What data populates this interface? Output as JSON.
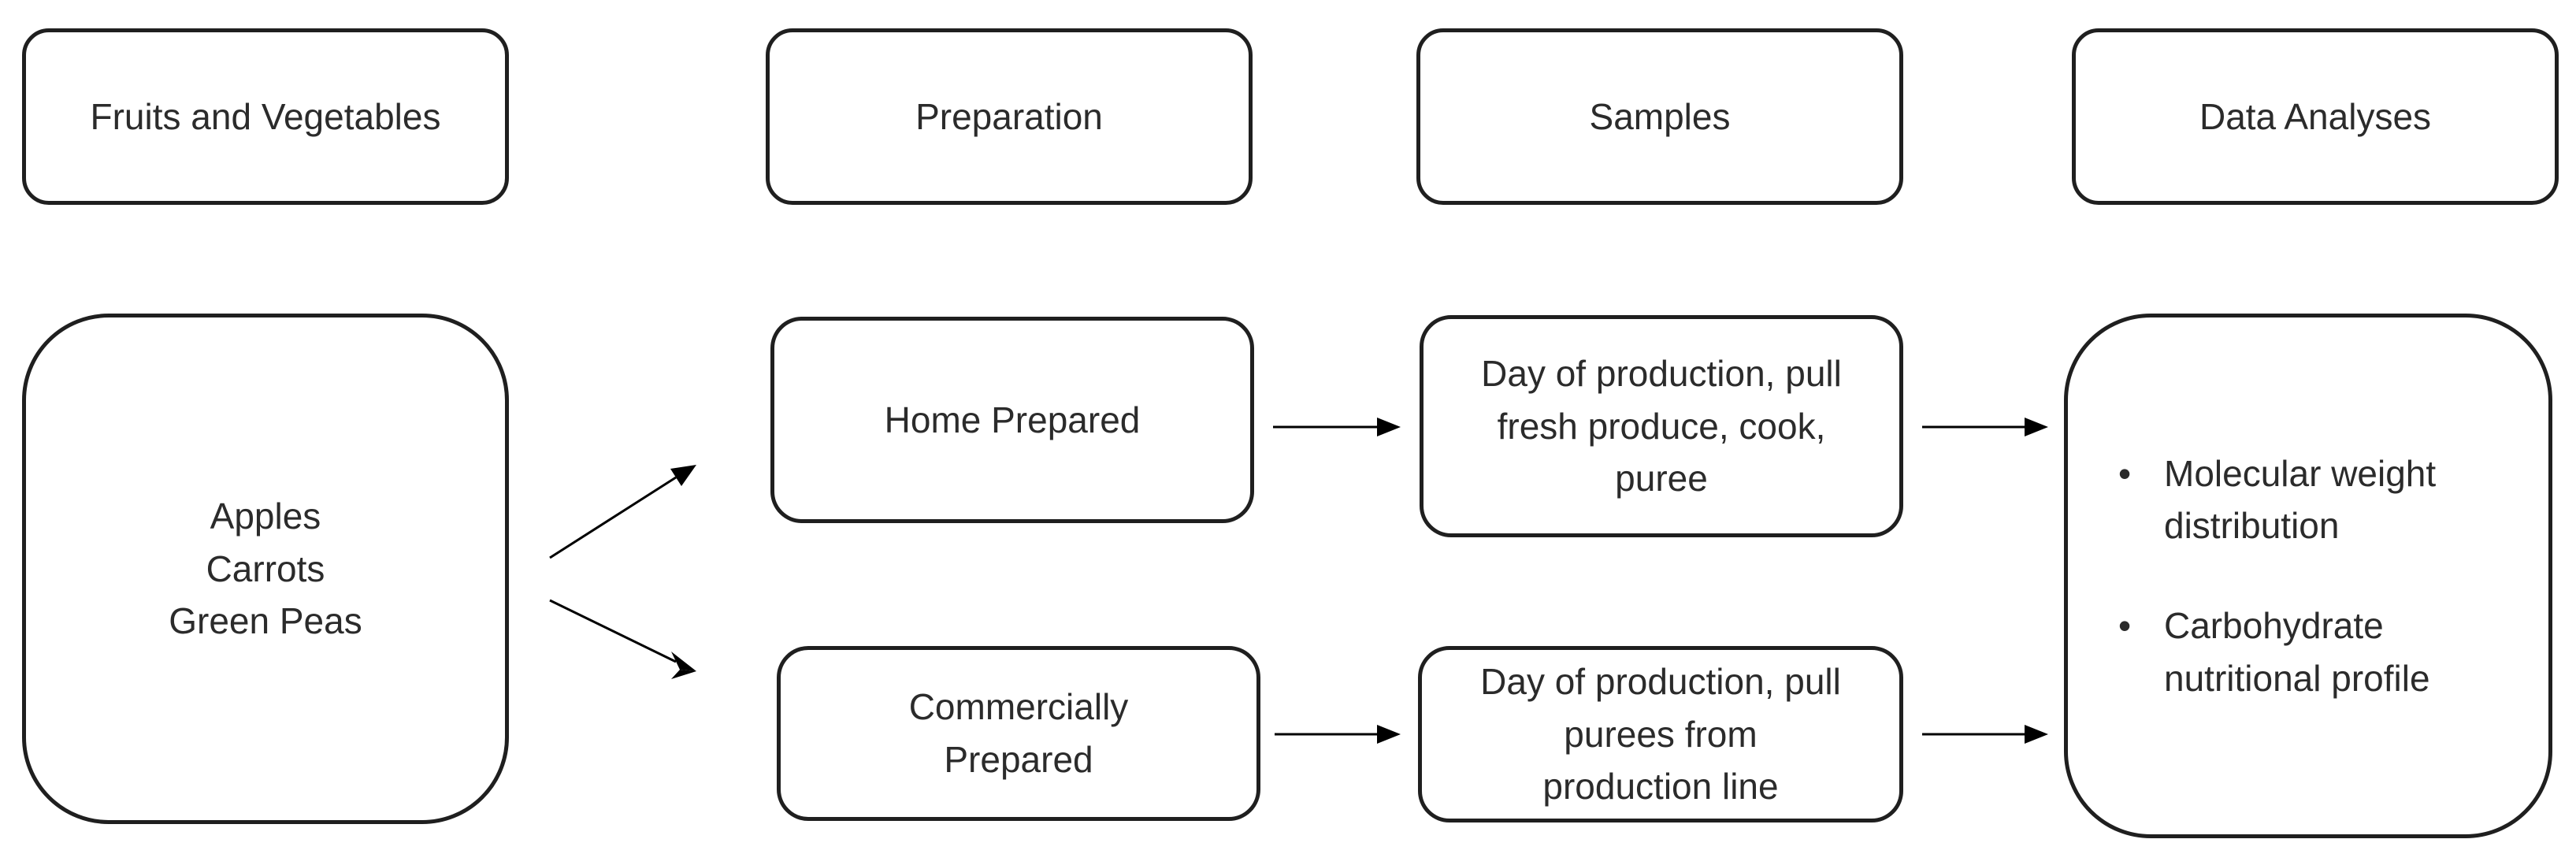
{
  "headers": {
    "fruits_and_vegetables": "Fruits and Vegetables",
    "preparation": "Preparation",
    "samples": "Samples",
    "data_analyses": "Data Analyses"
  },
  "produce": [
    "Apples",
    "Carrots",
    "Green Peas"
  ],
  "preparation": {
    "home": [
      "Home Prepared"
    ],
    "commercial": [
      "Commercially",
      "Prepared"
    ]
  },
  "samples": {
    "home": [
      "Day of production, pull",
      "fresh produce, cook,",
      "puree"
    ],
    "commercial": [
      "Day of production, pull",
      "purees from",
      "production line"
    ]
  },
  "analyses": {
    "bullet_glyph": "•",
    "items": [
      [
        "Molecular weight",
        "distribution"
      ],
      [
        "Carbohydrate",
        "nutritional profile"
      ]
    ]
  }
}
